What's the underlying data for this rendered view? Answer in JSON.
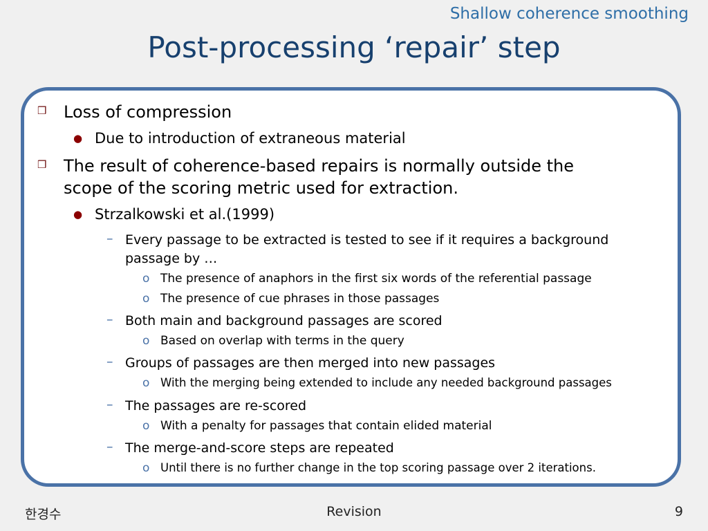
{
  "header": {
    "section_label": "Shallow coherence smoothing",
    "title": "Post-processing ‘repair’ step"
  },
  "icons": {
    "level1": "square-bullet-icon",
    "level2": "round-bullet-icon",
    "level3": "dash-bullet-icon",
    "level4": "circle-bullet-icon"
  },
  "bullets": [
    {
      "level": 1,
      "lines": [
        "Loss of compression"
      ]
    },
    {
      "level": 2,
      "lines": [
        "Due to introduction of extraneous material"
      ]
    },
    {
      "level": 1,
      "lines": [
        "The result of coherence-based repairs is normally outside the",
        "scope of the scoring metric used for extraction."
      ]
    },
    {
      "level": 2,
      "lines": [
        "Strzalkowski et al.(1999)"
      ]
    },
    {
      "level": 3,
      "lines": [
        "Every passage to be extracted is tested to see if it requires a background",
        "passage by …"
      ]
    },
    {
      "level": 4,
      "lines": [
        "The presence of anaphors in the first six words of the referential passage"
      ]
    },
    {
      "level": 4,
      "lines": [
        "The presence of cue phrases in those passages"
      ]
    },
    {
      "level": 3,
      "lines": [
        "Both main and background passages are scored"
      ]
    },
    {
      "level": 4,
      "lines": [
        "Based on overlap with terms in the query"
      ]
    },
    {
      "level": 3,
      "lines": [
        "Groups of passages are then merged into new passages"
      ]
    },
    {
      "level": 4,
      "lines": [
        "With the merging being extended to include any needed background passages"
      ]
    },
    {
      "level": 3,
      "lines": [
        "The passages are re-scored"
      ]
    },
    {
      "level": 4,
      "lines": [
        "With a penalty for passages that contain elided material"
      ]
    },
    {
      "level": 3,
      "lines": [
        "The merge-and-score steps are repeated"
      ]
    },
    {
      "level": 4,
      "lines": [
        "Until there is no further change in the top scoring passage over 2 iterations."
      ]
    }
  ],
  "footer": {
    "author": "한경수",
    "label": "Revision",
    "page_number": "9"
  }
}
